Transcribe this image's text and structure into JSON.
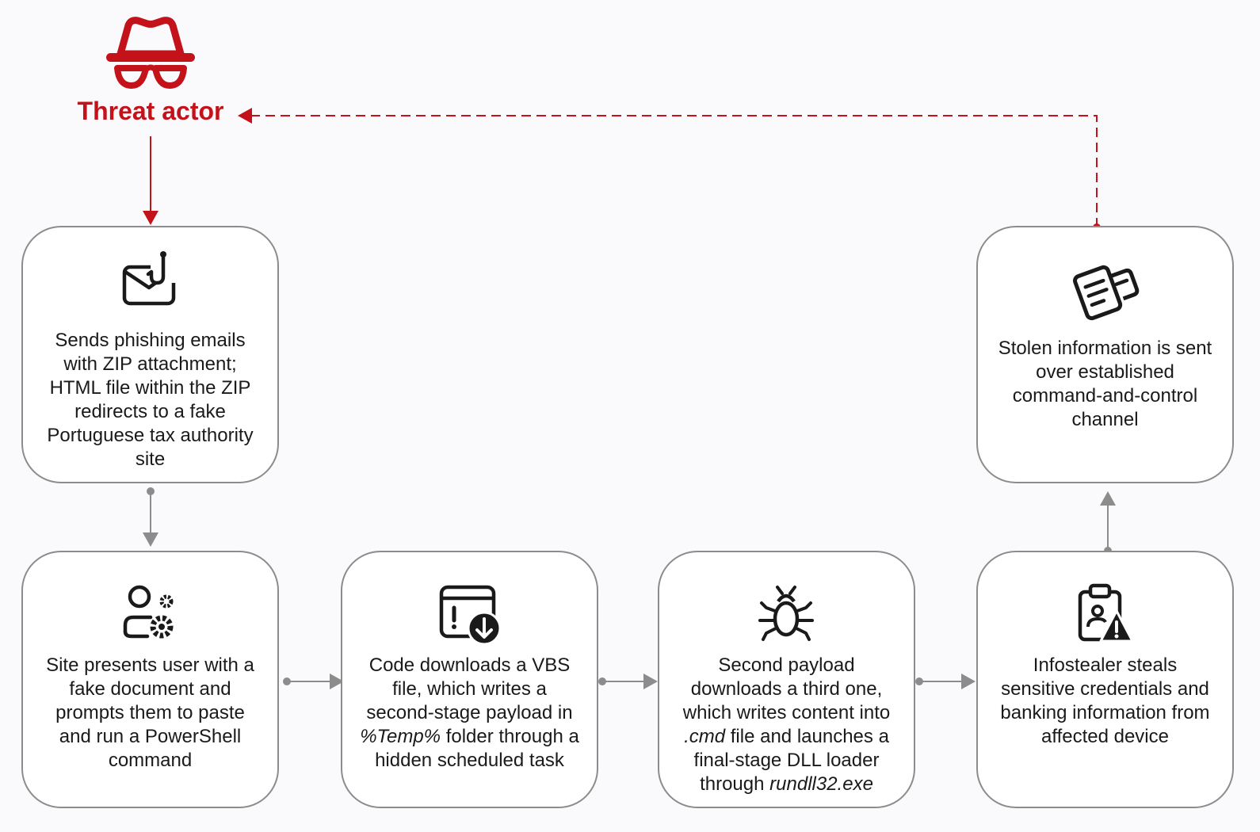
{
  "actor": {
    "label": "Threat actor",
    "icon": "incognito-spy-icon",
    "color": "#c4121a"
  },
  "nodes": {
    "phishing": {
      "icon": "envelope-with-hook-icon",
      "text": "Sends phishing emails with ZIP attachment; HTML file within the ZIP redirects to a fake Portuguese tax authority site"
    },
    "fake_document": {
      "icon": "user-with-gears-icon",
      "text": "Site presents user with a fake document and prompts them to paste and run a PowerShell command"
    },
    "vbs_download": {
      "icon": "browser-download-warning-icon",
      "text_before": "Code downloads a VBS file, which writes a second-stage payload in",
      "text_italic": "%Temp%",
      "text_after": "folder through a hidden scheduled task"
    },
    "second_payload": {
      "icon": "bug-icon",
      "text_before": "Second payload downloads a third one, which writes content into",
      "text_italic": ".cmd",
      "text_middle": "file and launches a final-stage DLL loader through",
      "text_italic_2": "rundll32.exe"
    },
    "infostealer": {
      "icon": "clipboard-user-warning-icon",
      "text": "Infostealer steals sensitive credentials and banking information from affected device"
    },
    "exfiltration": {
      "icon": "documents-exfiltration-icon",
      "text": "Stolen information is sent over established command-and-control channel"
    }
  },
  "colors": {
    "accent": "#c4121a",
    "connector": "#8c8c8c",
    "node_border": "#8c8c8c",
    "background": "#fafafc"
  }
}
